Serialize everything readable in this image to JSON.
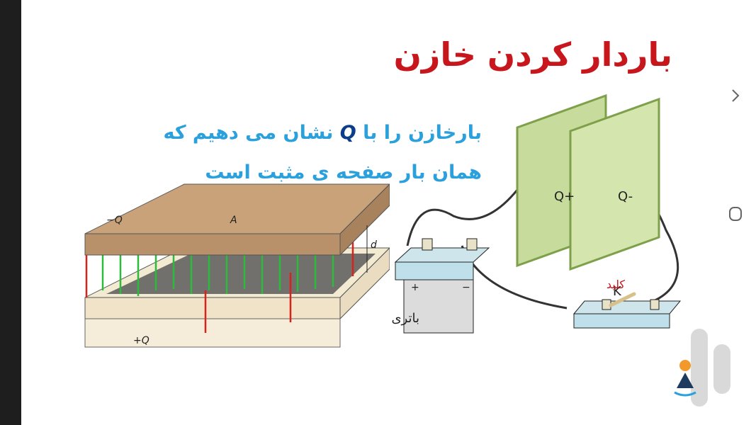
{
  "slide": {
    "title": "باردار کردن خازن",
    "desc_part1": "بارخازن را با",
    "desc_symbol": "Q",
    "desc_part2": "نشان می دهیم که همان بار صفحه ی مثبت است"
  },
  "capacitor_diagram": {
    "top_charge": "−Q",
    "bottom_charge": "+Q",
    "area": "A",
    "distance": "d"
  },
  "circuit_diagram": {
    "plate_positive": "Q+",
    "plate_negative": "Q-",
    "battery": "باتری",
    "battery_plus": "+",
    "battery_minus": "−",
    "switch_letter": "K",
    "switch_label": "کلید"
  },
  "colors": {
    "title": "#c8161d",
    "text": "#2aa0dd",
    "plate": "#c7dc9c",
    "field_green": "#2dbb3b",
    "field_red": "#d8231a"
  },
  "icons": {
    "nav_forward": "chevron-right-icon",
    "nav_home": "rounded-square-icon",
    "logo": "app-logo-icon"
  }
}
